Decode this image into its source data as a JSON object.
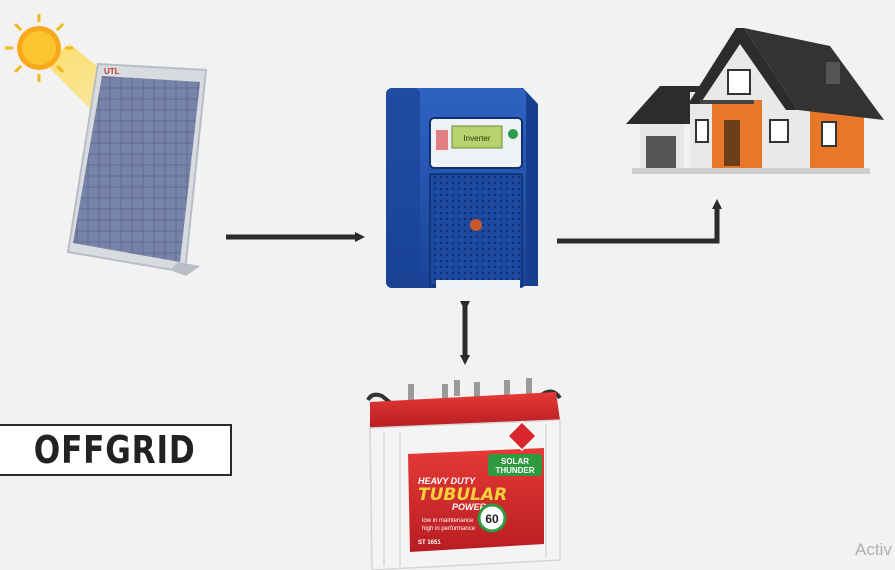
{
  "label": {
    "offgrid": "OFFGRID"
  },
  "panel": {
    "brand": "UTL"
  },
  "inverter": {
    "display_text": "Inverter"
  },
  "battery": {
    "line1": "HEAVY DUTY",
    "line2": "TUBULAR",
    "line3": "POWER",
    "badge_top": "SOLAR",
    "badge_bottom": "THUNDER",
    "months": "60",
    "tag1": "low in maintenance",
    "tag2": "high in performance",
    "model": "ST 1651"
  },
  "watermark": {
    "text": "Activ"
  },
  "colors": {
    "background": "#f2f2f2",
    "arrow": "#2b2b2b",
    "inverter_blue": "#1f4fa8",
    "battery_red": "#d8262c",
    "house_orange": "#e8772a",
    "sun": "#f5b71a"
  },
  "icons": [
    "sun-icon",
    "solar-panel-icon",
    "inverter-icon",
    "house-icon",
    "battery-icon"
  ]
}
